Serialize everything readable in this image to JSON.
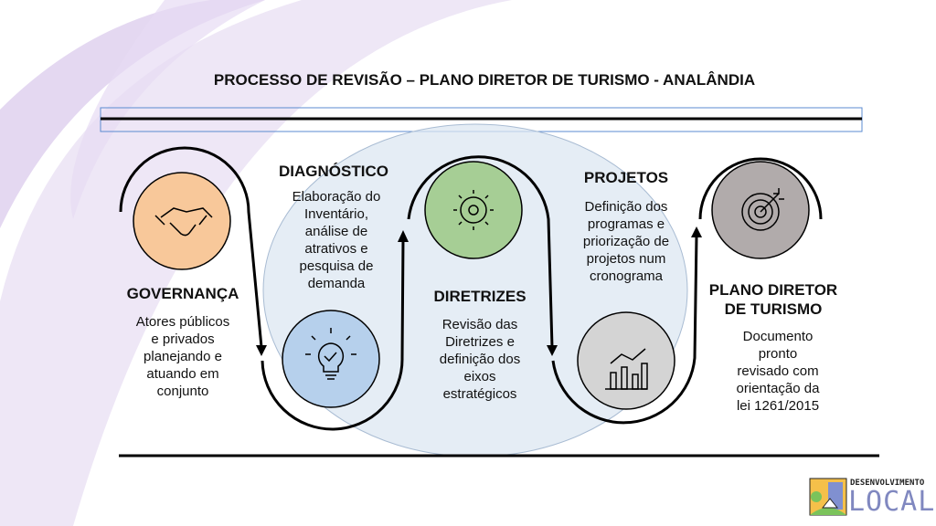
{
  "title": "PROCESSO DE REVISÃO – PLANO DIRETOR DE TURISMO - ANALÂNDIA",
  "steps": [
    {
      "heading": "GOVERNANÇA",
      "text": [
        "Atores públicos",
        "e privados",
        "planejando e",
        "atuando em",
        "conjunto"
      ],
      "icon": "handshake-icon",
      "color": "#F8C89A"
    },
    {
      "heading": "DIAGNÓSTICO",
      "text": [
        "Elaboração do",
        "Inventário,",
        "análise de",
        "atrativos e",
        "pesquisa de",
        "demanda"
      ],
      "icon": "lightbulb-icon",
      "color": "#B6D0EC"
    },
    {
      "heading": "DIRETRIZES",
      "text": [
        "Revisão das",
        "Diretrizes e",
        "definição dos",
        "eixos",
        "estratégicos"
      ],
      "icon": "gear-icon",
      "color": "#A6CE95"
    },
    {
      "heading": "PROJETOS",
      "text": [
        "Definição dos",
        "programas e",
        "priorização de",
        "projetos num",
        "cronograma"
      ],
      "icon": "bar-chart-icon",
      "color": "#D4D4D4"
    },
    {
      "heading": "PLANO DIRETOR DE TURISMO",
      "text": [
        "Documento",
        "pronto",
        "revisado com",
        "orientação da",
        "lei 1261/2015"
      ],
      "icon": "target-icon",
      "color": "#B1ABAB"
    }
  ],
  "logo": {
    "line1": "DESENVOLVIMENTO",
    "line2": "LOCAL"
  }
}
